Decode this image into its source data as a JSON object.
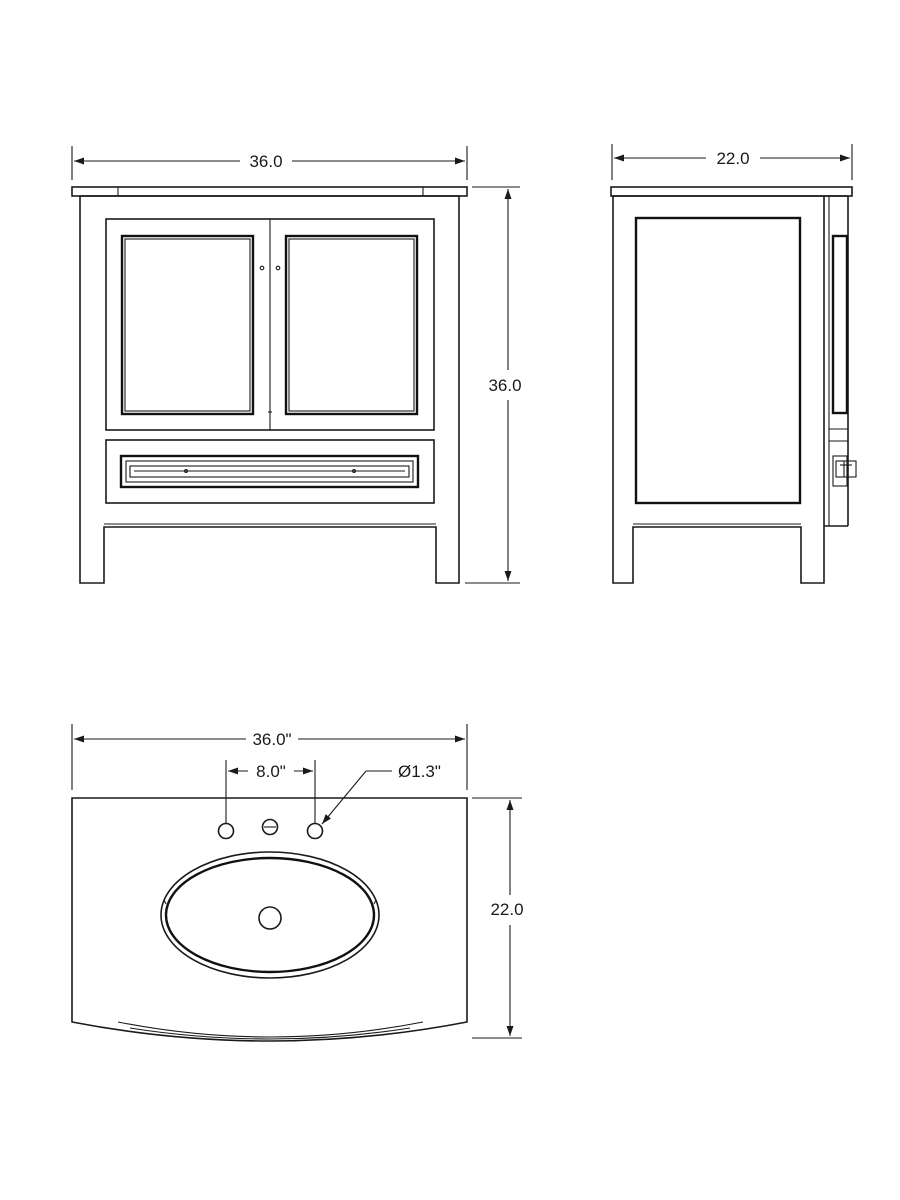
{
  "front_view": {
    "width_label": "36.0",
    "height_label": "36.0"
  },
  "side_view": {
    "depth_label": "22.0"
  },
  "top_view": {
    "width_label": "36.0\"",
    "faucet_spacing_label": "8.0\"",
    "hole_diameter_label": "Ø1.3\"",
    "depth_label": "22.0"
  },
  "colors": {
    "line": "#1a1a1a",
    "background": "#ffffff"
  }
}
